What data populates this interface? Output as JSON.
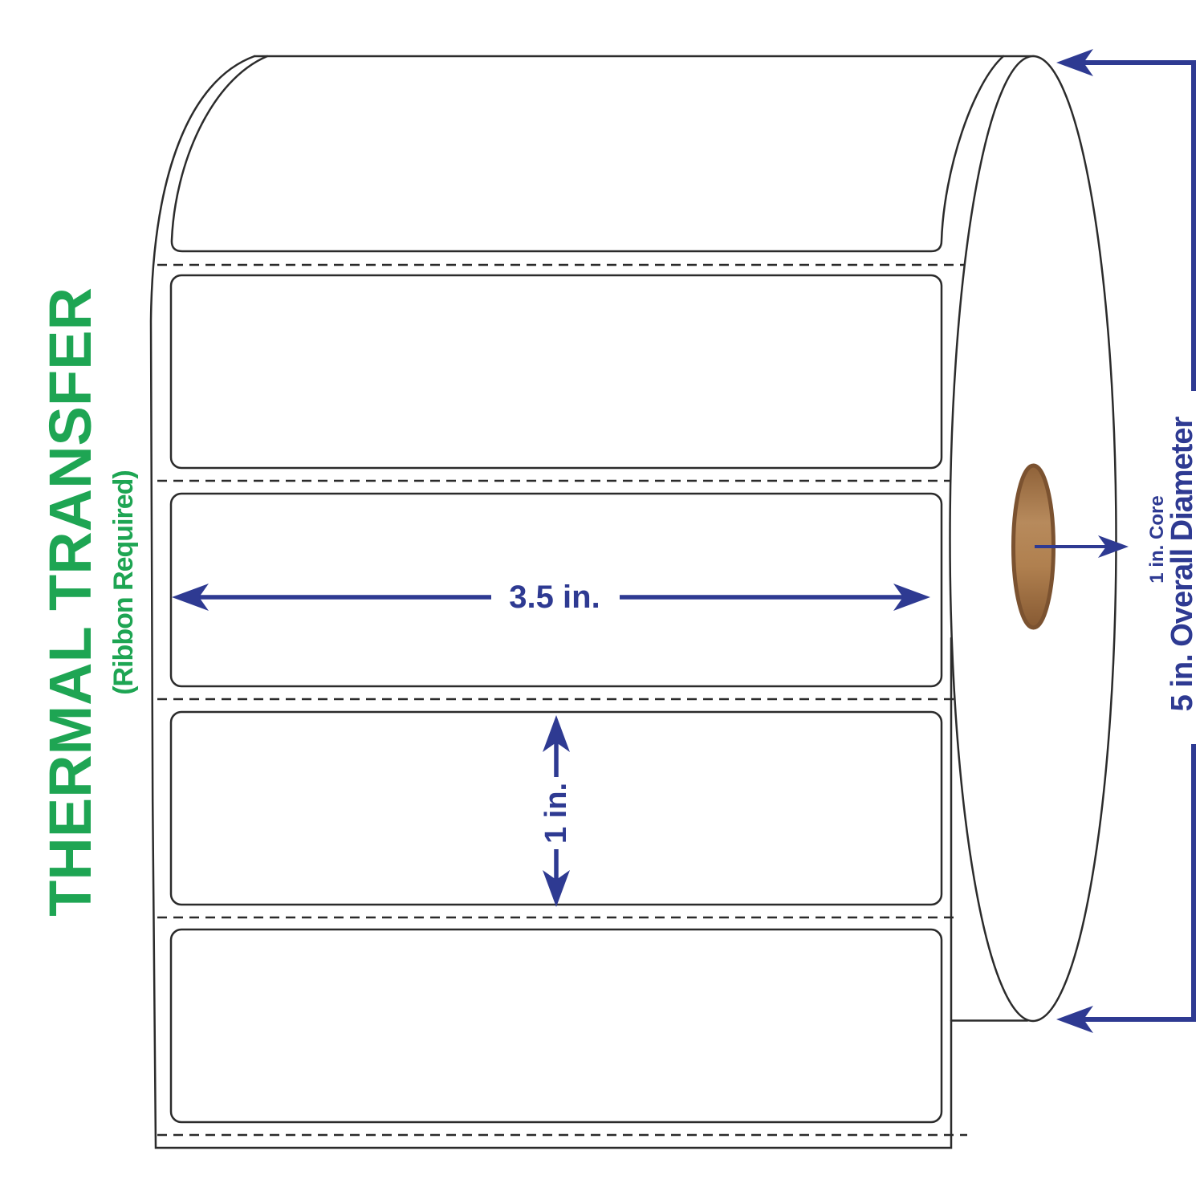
{
  "colors": {
    "green": "#1EA553",
    "navy": "#2E3A92",
    "outline": "#2B2B2B",
    "core_rim": "#7B5230",
    "core_dark_top": "#8F6239",
    "core_light": "#B78A5C",
    "core_mid": "#B0804F",
    "core_dark_bottom": "#875A33",
    "paper": "#FFFFFF"
  },
  "side_text": {
    "title": "THERMAL TRANSFER",
    "subtitle": "(Ribbon Required)"
  },
  "dimensions": {
    "label_width": "3.5 in.",
    "label_height": "1 in.",
    "core": "1 in. Core",
    "overall_diameter": "5 in. Overall Diameter"
  }
}
